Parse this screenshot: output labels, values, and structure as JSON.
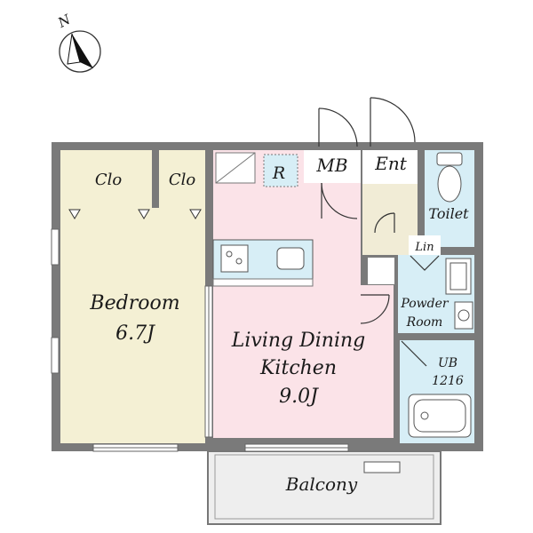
{
  "compass": {
    "north_label": "N"
  },
  "rooms": {
    "closet_left": "Clo",
    "closet_right": "Clo",
    "bedroom_name": "Bedroom",
    "bedroom_size": "6.7J",
    "ldk_name_1": "Living Dining",
    "ldk_name_2": "Kitchen",
    "ldk_size": "9.0J",
    "refrigerator": "R",
    "meter_box": "MB",
    "entrance": "Ent",
    "toilet": "Toilet",
    "linen": "Lin",
    "powder_1": "Powder",
    "powder_2": "Room",
    "bath_1": "UB",
    "bath_2": "1216",
    "balcony": "Balcony"
  },
  "colors": {
    "bedroom": "#f4f0d4",
    "closet": "#f4f0d4",
    "ldk": "#fbe3e8",
    "wet": "#d7eef6",
    "entrance": "#f1ecd6",
    "wall": "#7a7a7a",
    "line": "#333333"
  }
}
